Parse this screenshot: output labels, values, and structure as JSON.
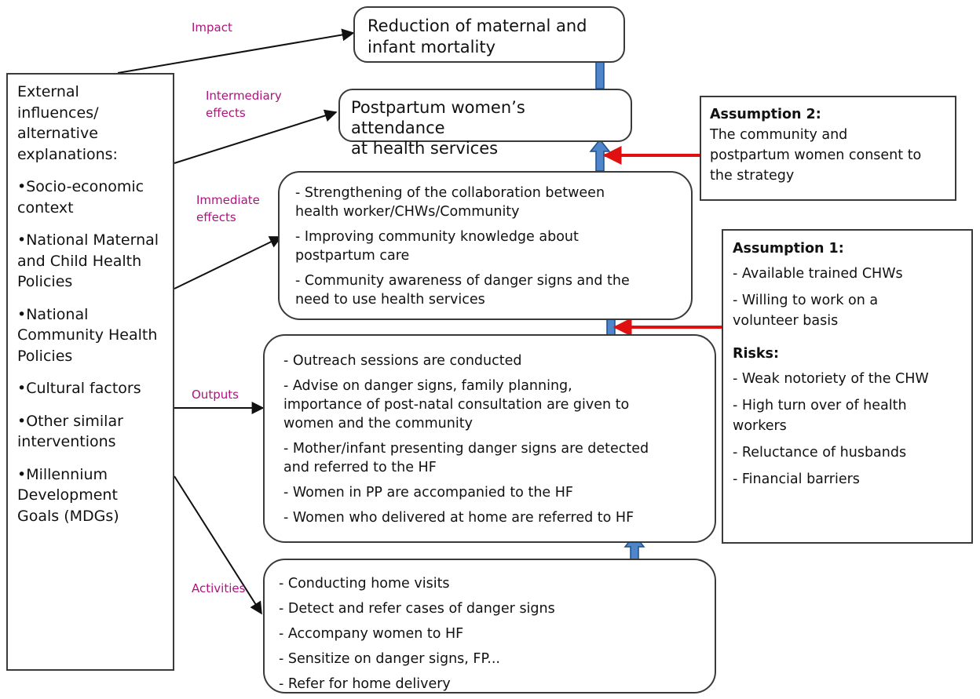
{
  "labels": {
    "impact": "Impact",
    "intermediary": [
      "Intermediary",
      "effects"
    ],
    "immediate": [
      "Immediate",
      "effects"
    ],
    "outputs": "Outputs",
    "activities": "Activities"
  },
  "external": {
    "heading": [
      "External",
      "influences/",
      "alternative",
      "explanations:"
    ],
    "items": [
      [
        "•Socio-economic",
        "context"
      ],
      [
        "•National Maternal",
        "and Child Health",
        "Policies"
      ],
      [
        "•National",
        "Community Health",
        "Policies"
      ],
      [
        "•Cultural factors"
      ],
      [
        "•Other similar",
        "interventions"
      ],
      [
        "•Millennium",
        "Development",
        "Goals (MDGs)"
      ]
    ]
  },
  "impact_box": [
    "Reduction of maternal and",
    "infant mortality"
  ],
  "intermediary_box": [
    "Postpartum women’s attendance",
    "at health services"
  ],
  "immediate_box": [
    [
      "- Strengthening of the collaboration between",
      "health worker/CHWs/Community"
    ],
    [
      "- Improving community knowledge about",
      "postpartum care"
    ],
    [
      "- Community awareness of danger signs and the",
      "need to use health services"
    ]
  ],
  "outputs_box": [
    [
      "- Outreach sessions are conducted"
    ],
    [
      "- Advise on danger signs, family planning,",
      "importance of post-natal consultation are given to",
      "women and the community"
    ],
    [
      "- Mother/infant presenting danger signs are detected",
      "and referred to the HF"
    ],
    [
      "- Women in PP are accompanied to the HF"
    ],
    [
      "- Women who delivered at home are referred to HF"
    ]
  ],
  "activities_box": [
    "- Conducting home visits",
    "- Detect and refer cases of danger signs",
    "- Accompany women to HF",
    "- Sensitize on danger signs, FP...",
    "- Refer for home delivery"
  ],
  "assumption2": {
    "title": "Assumption 2:",
    "text": [
      "The community and",
      "postpartum women consent to",
      "the strategy"
    ]
  },
  "assumption1": {
    "title": "Assumption 1:",
    "items": [
      [
        "- Available trained CHWs"
      ],
      [
        "- Willing to work on a",
        "volunteer basis"
      ]
    ],
    "risks_title": "Risks:",
    "risks": [
      [
        "- Weak notoriety of the CHW"
      ],
      [
        "- High turn over of health",
        "workers"
      ],
      [
        "- Reluctance of husbands"
      ],
      [
        "- Financial barriers"
      ]
    ]
  },
  "colors": {
    "label_magenta": "#b0127e",
    "blue_arrow": "#4f86c9",
    "red_arrow": "#e01010"
  }
}
